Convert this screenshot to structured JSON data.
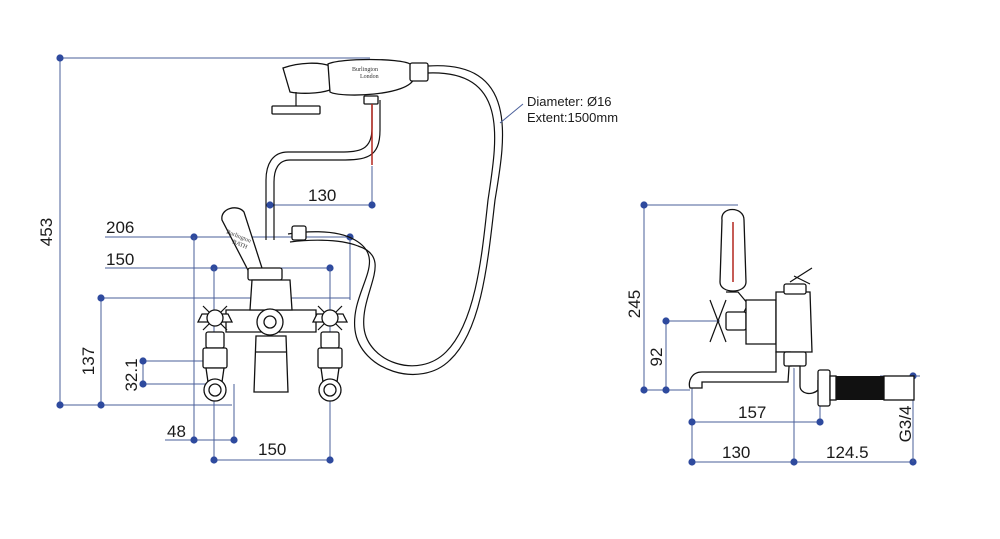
{
  "dimensions": {
    "total_height": "453",
    "handle_width": "206",
    "tap_centres_top": "150",
    "body_height": "137",
    "outlet_height": "32.1",
    "leg_width": "48",
    "tap_centres_bottom": "150",
    "handset_offset": "130",
    "side_height": "245",
    "side_spout_height": "92",
    "side_spout_reach": "157",
    "side_base_left": "130",
    "side_base_right": "124.5",
    "thread": "G3/4"
  },
  "hose_note": {
    "diameter": "Diameter: Ø16",
    "extent": "Extent:1500mm"
  },
  "handset_brand": {
    "line1": "Burlington",
    "line2": "London"
  },
  "handle_brand": {
    "line1": "Burlington",
    "line2": "BATH"
  },
  "colors": {
    "dimension_line": "#4a5f9a",
    "dimension_point": "#2e4a9e",
    "ceramic_line": "#b3261e",
    "outline": "#111111"
  }
}
